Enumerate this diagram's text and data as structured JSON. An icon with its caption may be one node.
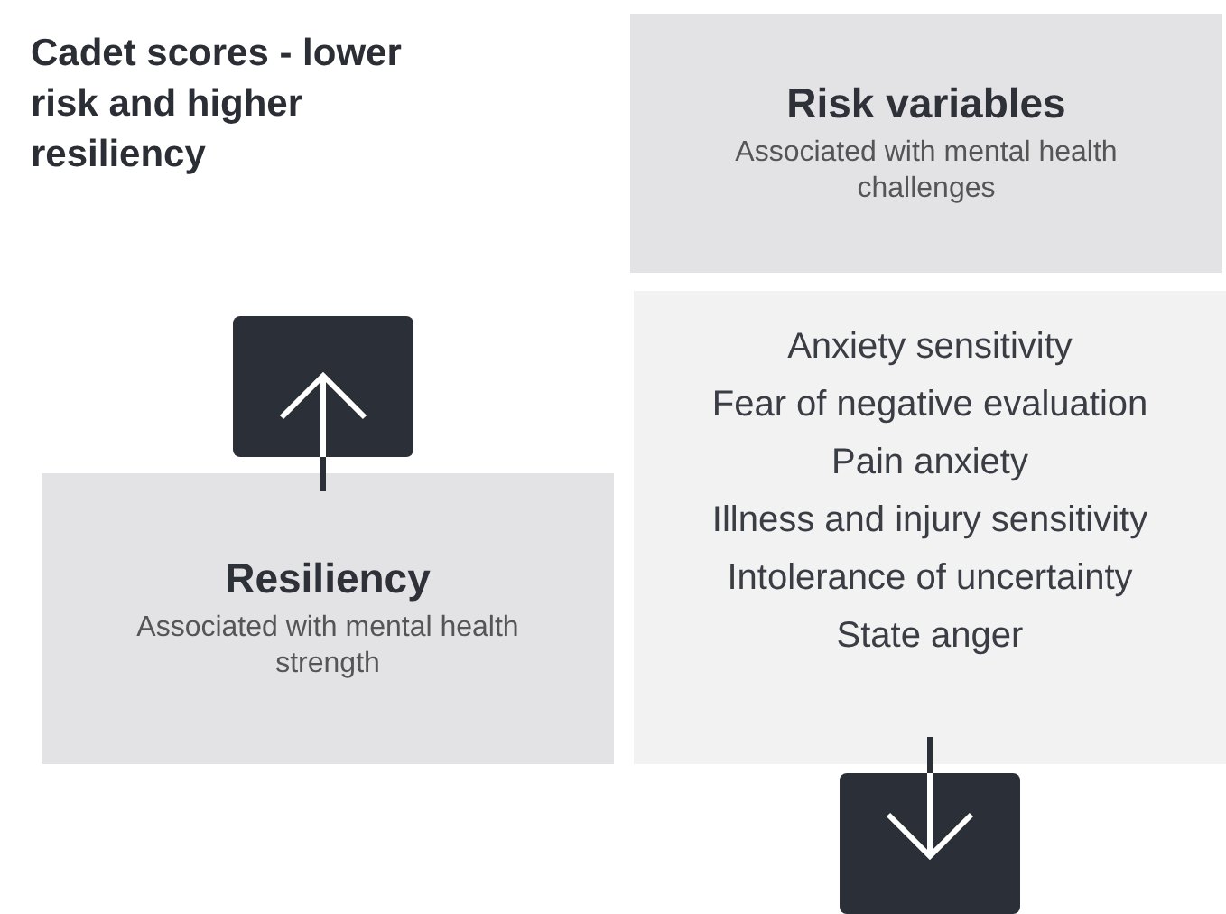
{
  "diagram": {
    "title": "Cadet scores - lower risk and higher resiliency",
    "nodes": [
      {
        "text": [
          "Risk variables",
          "Associated with mental health challenges"
        ]
      },
      {
        "text": [
          "Anxiety sensitivity",
          "Fear of negative evaluation",
          "Pain anxiety",
          "Illness and injury sensitivity",
          "Intolerance of uncertainty",
          "State anger"
        ]
      },
      {
        "text": [
          "Resiliency",
          "Associated with mental health strength"
        ]
      }
    ]
  }
}
